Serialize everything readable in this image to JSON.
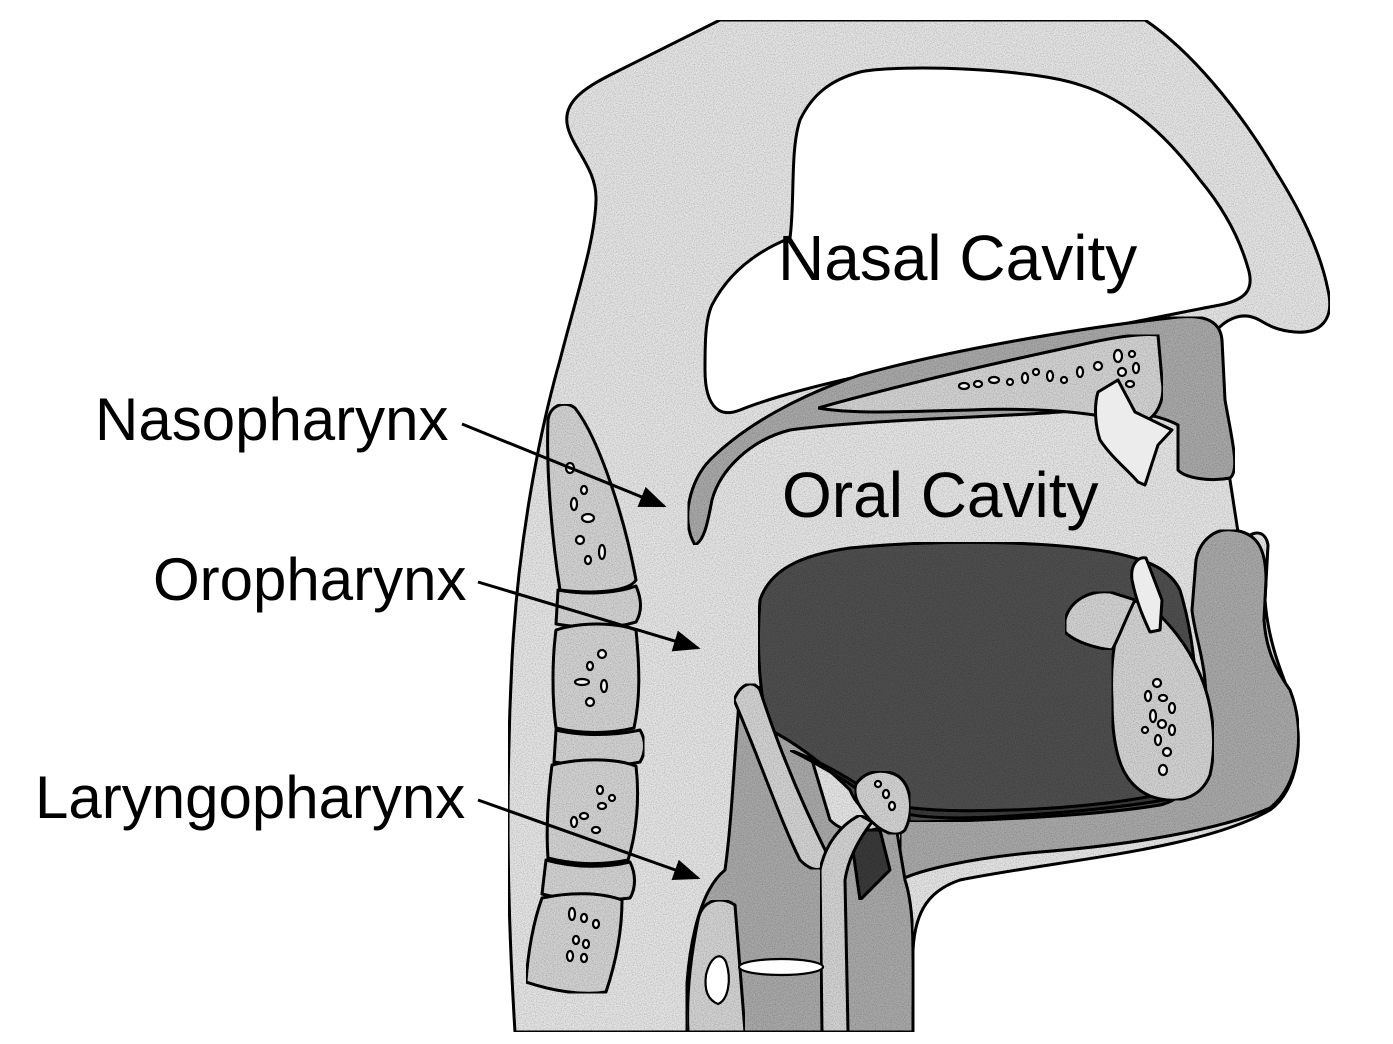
{
  "labels": {
    "nasal_cavity": "Nasal Cavity",
    "oral_cavity": "Oral Cavity",
    "nasopharynx": "Nasopharynx",
    "oropharynx": "Oropharynx",
    "laryngopharynx": "Laryngopharynx"
  },
  "colors": {
    "skin": "#e4e4e4",
    "soft_tissue": "#a8a8a8",
    "bone": "#d2d2d2",
    "tongue": "#505050",
    "dark_tissue": "#3a3a3a",
    "tooth": "#ececec",
    "outline": "#000000"
  }
}
